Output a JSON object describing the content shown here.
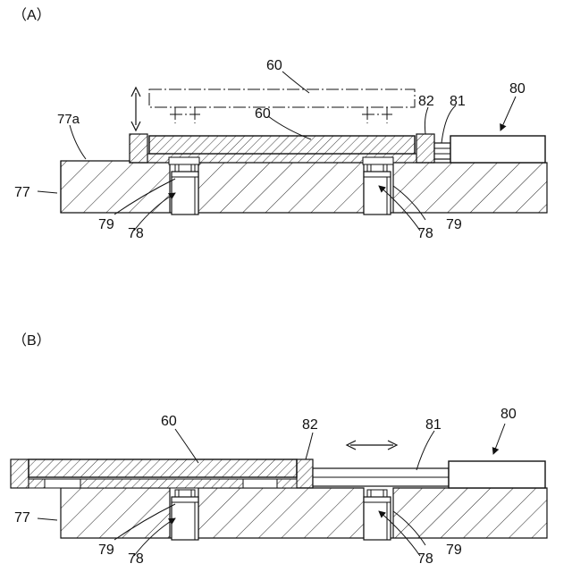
{
  "panels": [
    {
      "label": "（A）",
      "callouts": {
        "table_raised": "60",
        "table": "60",
        "actuator": "80",
        "rod": "81",
        "frame": "82",
        "base_surface": "77a",
        "base": "77",
        "support_left": "79",
        "cylinder_left": "78",
        "cylinder_right": "78",
        "support_right": "79"
      }
    },
    {
      "label": "（B）",
      "callouts": {
        "table": "60",
        "frame": "82",
        "rod": "81",
        "actuator": "80",
        "base": "77",
        "support_left": "79",
        "cylinder_left": "78",
        "cylinder_right": "78",
        "support_right": "79"
      }
    }
  ]
}
